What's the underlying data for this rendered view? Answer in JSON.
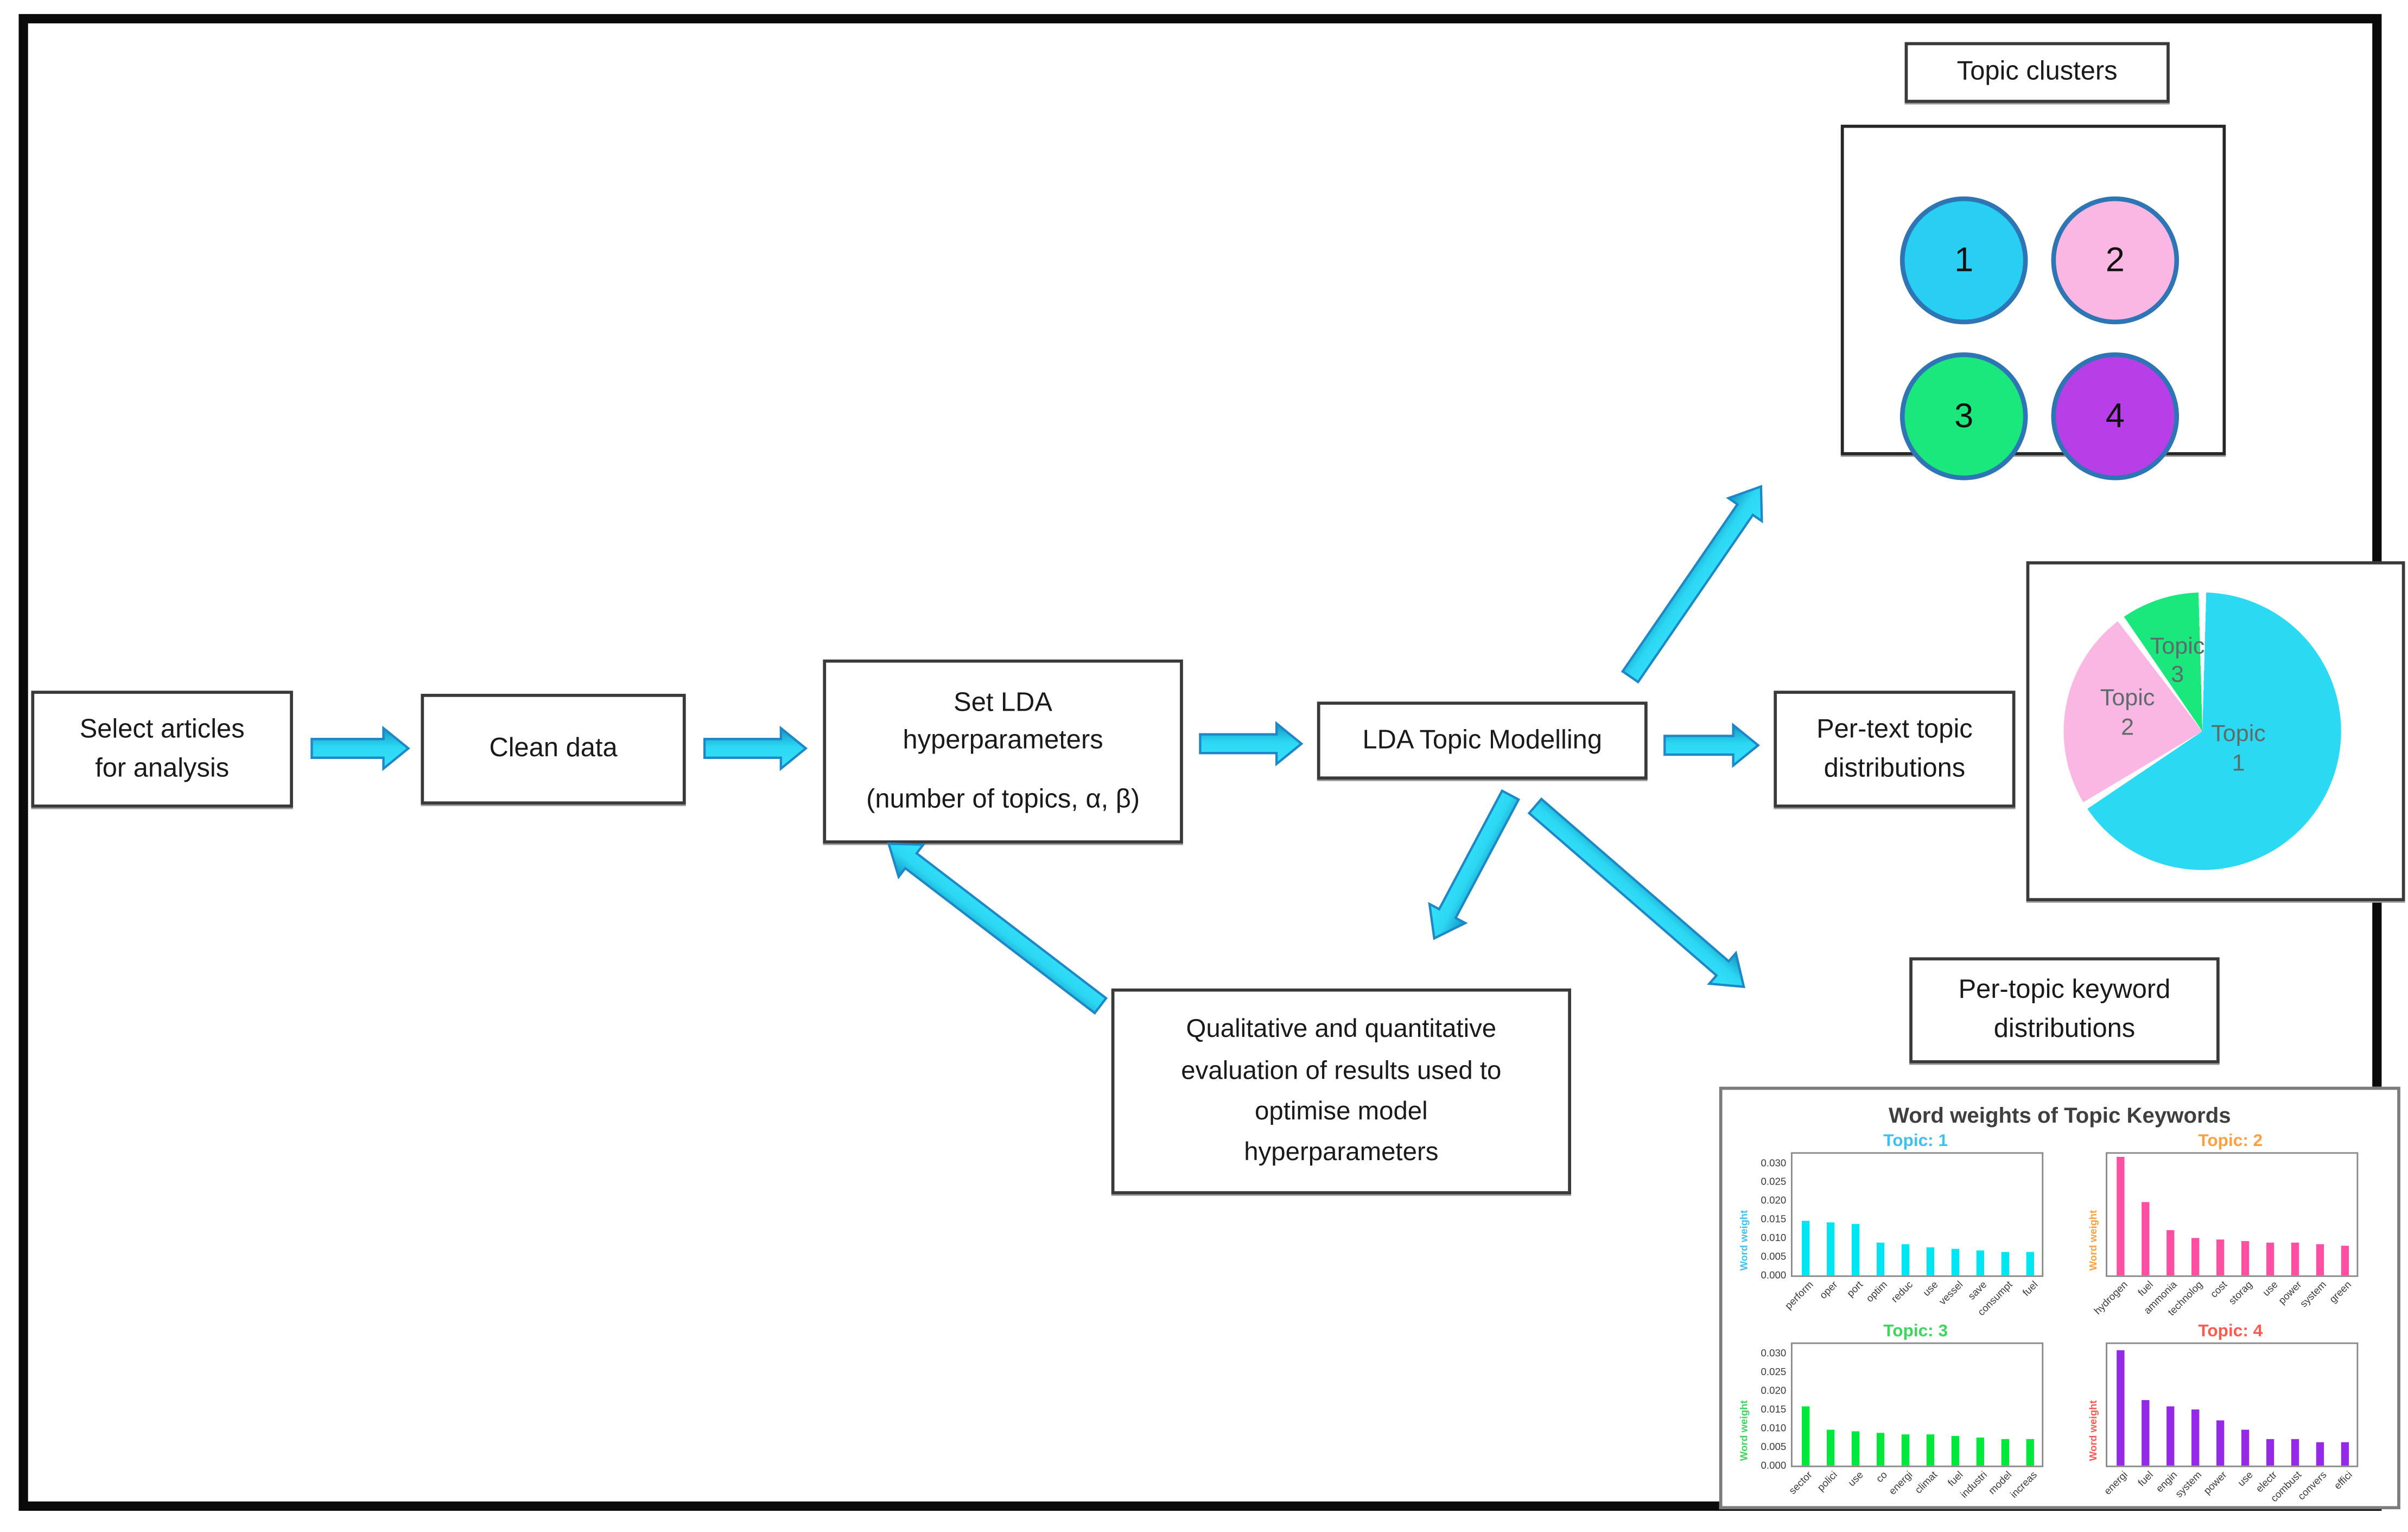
{
  "flow": {
    "select_articles": "Select articles\nfor analysis",
    "clean_data": "Clean data",
    "set_lda_line1": "Set LDA\nhyperparameters",
    "set_lda_line2": "(number of topics, α, β)",
    "lda_modelling": "LDA Topic Modelling",
    "per_text": "Per-text topic\ndistributions",
    "qualitative": "Qualitative and quantitative\nevaluation of results used to\noptimise model\nhyperparameters",
    "topic_clusters_title": "Topic clusters",
    "per_topic_title": "Per-topic keyword\ndistributions"
  },
  "clusters": {
    "border_color": "#2E75B6",
    "items": [
      {
        "label": "1",
        "color": "#29CFF2"
      },
      {
        "label": "2",
        "color": "#FBB7E3"
      },
      {
        "label": "3",
        "color": "#1BE87C"
      },
      {
        "label": "4",
        "color": "#B83FE8"
      }
    ]
  },
  "arrow_style": {
    "fill": "#2BD7F2",
    "outline": "#1E88C7"
  },
  "chart_data": [
    {
      "type": "pie",
      "labels": [
        "Topic\n1",
        "Topic\n2",
        "Topic\n3"
      ],
      "values": [
        66,
        24,
        10
      ],
      "colors": [
        "#2BD9F2",
        "#FBB7E3",
        "#1BE87C"
      ],
      "start_angle_deg": 0,
      "direction": "clockwise",
      "label_color": "#5E6B6B",
      "legend": "none"
    },
    {
      "type": "bar",
      "title": "Word weights of Topic Keywords",
      "ylabel": "Word weight",
      "ylim": [
        0,
        0.0325
      ],
      "yticks": [
        0.0,
        0.005,
        0.01,
        0.015,
        0.02,
        0.025,
        0.03
      ],
      "grid": false,
      "subplots": [
        {
          "title": "Topic: 1",
          "title_color": "#3FC1F0",
          "bar_color": "#00E5F2",
          "show_yticks": true,
          "categories": [
            "perform",
            "oper",
            "port",
            "optim",
            "reduc",
            "use",
            "vessel",
            "save",
            "consumpt",
            "fuel"
          ],
          "values": [
            0.0145,
            0.0142,
            0.0137,
            0.0088,
            0.0082,
            0.0076,
            0.007,
            0.0066,
            0.0064,
            0.0064
          ]
        },
        {
          "title": "Topic: 2",
          "title_color": "#FFA040",
          "bar_color": "#FF4FA3",
          "show_yticks": false,
          "categories": [
            "hydrogen",
            "fuel",
            "ammonia",
            "technolog",
            "cost",
            "storag",
            "use",
            "power",
            "system",
            "green"
          ],
          "values": [
            0.0315,
            0.0195,
            0.012,
            0.01,
            0.0095,
            0.009,
            0.0088,
            0.0088,
            0.0082,
            0.008
          ]
        },
        {
          "title": "Topic: 3",
          "title_color": "#3DD65C",
          "bar_color": "#00E83C",
          "show_yticks": true,
          "categories": [
            "sector",
            "polici",
            "use",
            "co",
            "energi",
            "climat",
            "fuel",
            "industri",
            "model",
            "increas"
          ],
          "values": [
            0.0158,
            0.0095,
            0.009,
            0.0086,
            0.0085,
            0.0082,
            0.0079,
            0.0076,
            0.0071,
            0.0071
          ]
        },
        {
          "title": "Topic: 4",
          "title_color": "#FF5A52",
          "bar_color": "#9429E8",
          "show_yticks": false,
          "categories": [
            "energi",
            "fuel",
            "engin",
            "system",
            "power",
            "use",
            "electr",
            "combust",
            "convers",
            "effici"
          ],
          "values": [
            0.031,
            0.0175,
            0.0158,
            0.015,
            0.0122,
            0.0097,
            0.0071,
            0.007,
            0.0064,
            0.0063
          ]
        }
      ]
    }
  ]
}
